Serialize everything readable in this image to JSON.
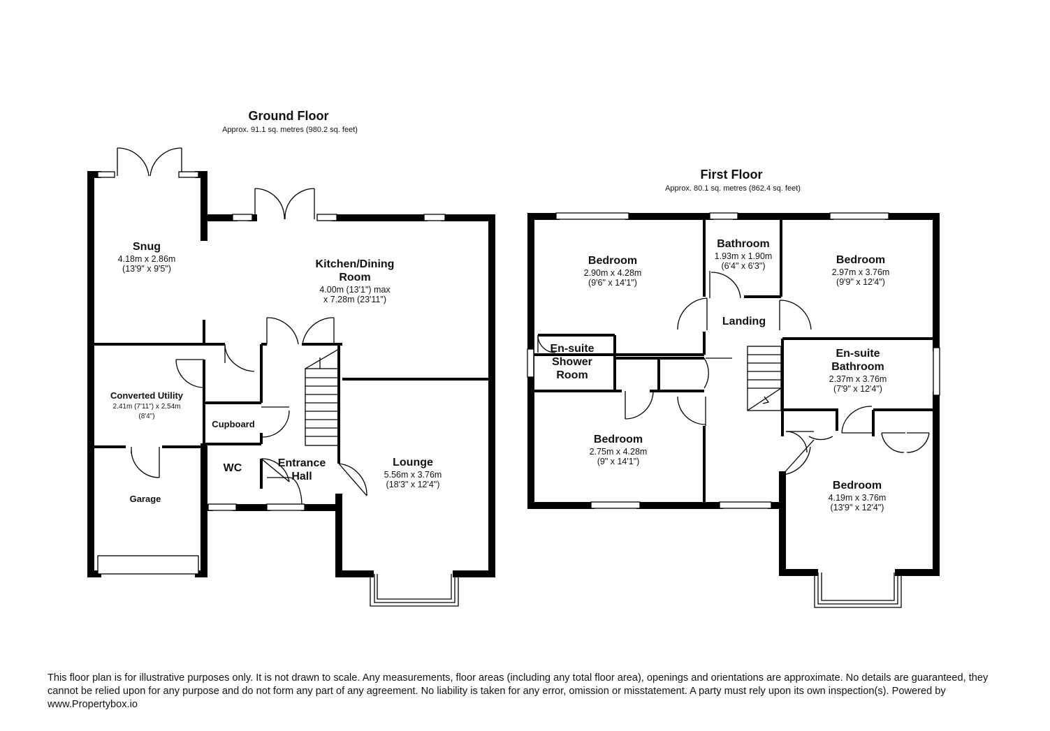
{
  "ground_floor": {
    "title": "Ground Floor",
    "area": "Approx. 91.1 sq. metres (980.2 sq. feet)",
    "rooms": {
      "snug": {
        "name": "Snug",
        "dims": "4.18m x 2.86m",
        "imperial": "(13'9\" x 9'5\")"
      },
      "kitchen": {
        "name1": "Kitchen/Dining",
        "name2": "Room",
        "dims1": "4.00m (13'1\") max",
        "dims2": "x 7.28m (23'11\")"
      },
      "utility": {
        "name": "Converted Utility",
        "dims1": "2.41m (7'11\") x 2.54m",
        "dims2": "(8'4\")"
      },
      "cupboard": {
        "name": "Cupboard"
      },
      "wc": {
        "name": "WC"
      },
      "hall": {
        "name1": "Entrance",
        "name2": "Hall"
      },
      "garage": {
        "name": "Garage"
      },
      "lounge": {
        "name": "Lounge",
        "dims": "5.56m x 3.76m",
        "imperial": "(18'3\" x 12'4\")"
      }
    }
  },
  "first_floor": {
    "title": "First Floor",
    "area": "Approx. 80.1 sq. metres (862.4 sq. feet)",
    "rooms": {
      "bedroom_nw": {
        "name": "Bedroom",
        "dims": "2.90m x 4.28m",
        "imperial": "(9'6\" x 14'1\")"
      },
      "bathroom": {
        "name": "Bathroom",
        "dims": "1.93m x 1.90m",
        "imperial": "(6'4\" x 6'3\")"
      },
      "bedroom_ne": {
        "name": "Bedroom",
        "dims": "2.97m x 3.76m",
        "imperial": "(9'9\" x 12'4\")"
      },
      "landing": {
        "name": "Landing"
      },
      "ensuite_shower": {
        "name1": "En-suite",
        "name2": "Shower",
        "name3": "Room"
      },
      "ensuite_bath": {
        "name1": "En-suite",
        "name2": "Bathroom",
        "dims": "2.37m x 3.76m",
        "imperial": "(7'9\" x 12'4\")"
      },
      "bedroom_sw": {
        "name": "Bedroom",
        "dims": "2.75m x 4.28m",
        "imperial": "(9\" x 14'1\")"
      },
      "bedroom_se": {
        "name": "Bedroom",
        "dims": "4.19m x 3.76m",
        "imperial": "(13'9\" x 12'4\")"
      }
    }
  },
  "disclaimer": "This floor plan is for illustrative purposes only. It is not drawn to scale. Any measurements, floor areas (including any total floor area), openings and orientations are approximate. No details are guaranteed, they cannot be relied upon for any purpose and do not form any part of any agreement. No liability is taken for any error, omission or misstatement. A party must rely upon its own inspection(s). Powered by www.Propertybox.io"
}
